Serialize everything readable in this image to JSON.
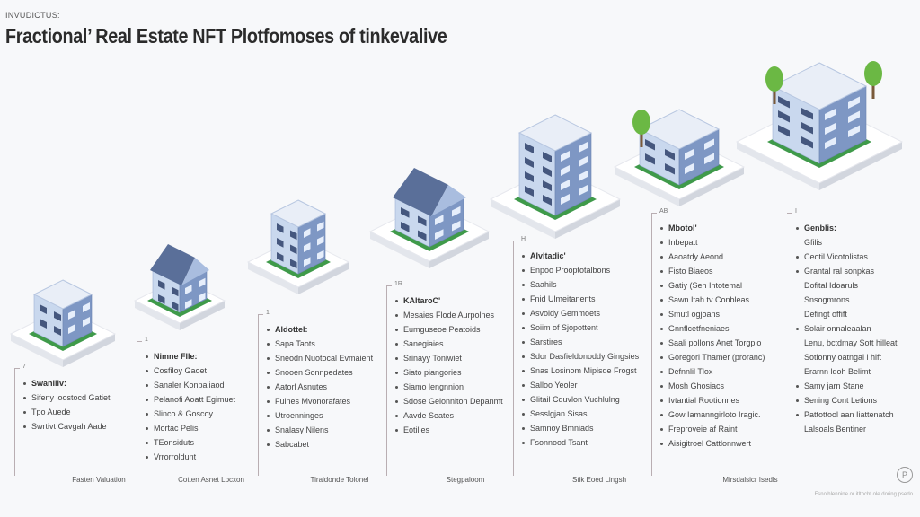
{
  "header": {
    "kicker": "INVUDICTUS:",
    "title": "Fractional’ Real Estate NFT Plotfomoses of tinkevalive"
  },
  "stages": [
    {
      "num": "7",
      "footer": "Fasten Valuation",
      "items": [
        {
          "t": "Swanlilv:",
          "h": true,
          "b": true
        },
        {
          "t": "Sifeny loostocd Gatiet",
          "b": true
        },
        {
          "t": "Tpo Auede",
          "b": true
        },
        {
          "t": "Swrtivt Cavgah Aade",
          "b": true
        }
      ]
    },
    {
      "num": "1",
      "footer": "Cotten Asnet Locxon",
      "items": [
        {
          "t": "Nimne Flle:",
          "h": true,
          "b": true
        },
        {
          "t": "Cosfiloy Gaoet",
          "b": true
        },
        {
          "t": "Sanaler Konpaliaod",
          "b": true
        },
        {
          "t": "Pelanofi Aoatt Egimuet",
          "b": true
        },
        {
          "t": "Slinco & Goscoy",
          "b": true
        },
        {
          "t": "Mortac Pelis",
          "b": true
        },
        {
          "t": "TEonsiduts",
          "b": true
        },
        {
          "t": "Vrrorroldunt",
          "b": true
        }
      ]
    },
    {
      "num": "1",
      "footer": "Tiraldonde Tolonel",
      "items": [
        {
          "t": "Aldottel:",
          "h": true,
          "b": true
        },
        {
          "t": "Sapa Taots",
          "b": true
        },
        {
          "t": "Sneodn Nuotocal Evmaient",
          "b": true
        },
        {
          "t": "Snooen Sonnpedates",
          "b": true
        },
        {
          "t": "Aatorl Asnutes",
          "b": true
        },
        {
          "t": "Fulnes Mvonorafates",
          "b": true
        },
        {
          "t": "Utroenninges",
          "b": true
        },
        {
          "t": "Snalasy Nilens",
          "b": true
        },
        {
          "t": "Sabcabet",
          "b": true
        }
      ]
    },
    {
      "num": "1R",
      "footer": "Stegpaloom",
      "items": [
        {
          "t": "KAltaroC'",
          "h": true,
          "b": true
        },
        {
          "t": "Mesaies Flode Aurpolnes",
          "b": true
        },
        {
          "t": "Eumguseoe Peatoids",
          "b": true
        },
        {
          "t": "Sanegiaies",
          "b": true
        },
        {
          "t": "Srinayy Toniwiet",
          "b": true
        },
        {
          "t": "Siato piangories",
          "b": true
        },
        {
          "t": "Siamo lengnnion",
          "b": true
        },
        {
          "t": "Sdose Gelonniton Depanmt",
          "b": true
        },
        {
          "t": "Aavde Seates",
          "b": true
        },
        {
          "t": "Eotilies",
          "b": true
        }
      ]
    },
    {
      "num": "H",
      "footer": "Stik Eoed Lingsh",
      "items": [
        {
          "t": "Alvltadic'",
          "h": true,
          "b": true
        },
        {
          "t": "Enpoo Prooptotalbons",
          "b": true
        },
        {
          "t": "Saahils",
          "b": true
        },
        {
          "t": "Fnid Ulmeitanents",
          "b": true
        },
        {
          "t": "Asvoldy Gemmoets",
          "b": true
        },
        {
          "t": "Soiim of Sjopottent",
          "b": true
        },
        {
          "t": "Sarstires",
          "b": true
        },
        {
          "t": "Sdor Dasfieldonoddy Gingsies",
          "b": true
        },
        {
          "t": "Snas Losinom Mipisde Frogst",
          "b": true
        },
        {
          "t": "Salloo Yeoler",
          "b": true
        },
        {
          "t": "Glitail Cquvlon Vuchlulng",
          "b": true
        },
        {
          "t": "Sesslgjan Sisas",
          "b": true
        },
        {
          "t": "Samnoy Bmniads",
          "b": true
        },
        {
          "t": "Fsonnood Tsant",
          "b": true
        }
      ]
    },
    {
      "num": "AB",
      "footer": "Mirsdalsicr Isedls",
      "items": [
        {
          "t": "Mbotol'",
          "h": true,
          "b": true
        },
        {
          "t": "Inbepatt",
          "b": true
        },
        {
          "t": "Aaoatdy Aeond",
          "b": true
        },
        {
          "t": "Fisto Biaeos",
          "b": true
        },
        {
          "t": "Gatiy (Sen Intotemal",
          "b": true
        },
        {
          "t": "Sawn Itah tv Conbleas",
          "b": true
        },
        {
          "t": "Smutl ogjoans",
          "b": true
        },
        {
          "t": "Gnnflcetfneniaes",
          "b": true
        },
        {
          "t": "Saali pollons Anet Torgplo",
          "b": true
        },
        {
          "t": "Goregori Thamer (proranc)",
          "b": true
        },
        {
          "t": "Defnnlil Tlox",
          "b": true
        },
        {
          "t": "Mosh Ghosiacs",
          "b": true
        },
        {
          "t": "Ivtantial Rootionnes",
          "b": true
        },
        {
          "t": "Gow Iamanngirloto Iragic.",
          "b": true
        },
        {
          "t": "Freproveie af Raint",
          "b": true
        },
        {
          "t": "Aisigitroel Cattlonnwert",
          "b": true
        }
      ]
    },
    {
      "num": "I",
      "footer": "",
      "items": [
        {
          "t": "Genblis:",
          "h": true,
          "b": true
        },
        {
          "t": "Gfilis",
          "b": false
        },
        {
          "t": "Ceotil Vicotolistas",
          "b": true
        },
        {
          "t": "Grantal ral sonpkas",
          "b": true
        },
        {
          "t": "Dofital Idoaruls",
          "b": false
        },
        {
          "t": "Snsogmrons",
          "b": false
        },
        {
          "t": "Defingt offift",
          "b": false
        },
        {
          "t": "Solair onnaleaalan",
          "b": true
        },
        {
          "t": "Lenu, bctdmay Sott hilleat",
          "b": false
        },
        {
          "t": "Sotlonny oatngal l hift",
          "b": false
        },
        {
          "t": "Erarnn ldoh Belimt",
          "b": false
        },
        {
          "t": "Samy jarn Stane",
          "b": true
        },
        {
          "t": "Sening Cont Letions",
          "b": true
        },
        {
          "t": "Pattottool aan Iiattenatch",
          "b": true
        },
        {
          "t": "Lalsoals Bentiner",
          "b": false
        }
      ]
    }
  ],
  "credit": "Fsnolhlennine or itlthcht ole doring psedo",
  "badge": "P",
  "colors": {
    "wall_light": "#c9d8ee",
    "wall_dark": "#7e97c4",
    "roof": "#5a6f99",
    "grass": "#3f9a4a",
    "tree": "#6bb844"
  }
}
